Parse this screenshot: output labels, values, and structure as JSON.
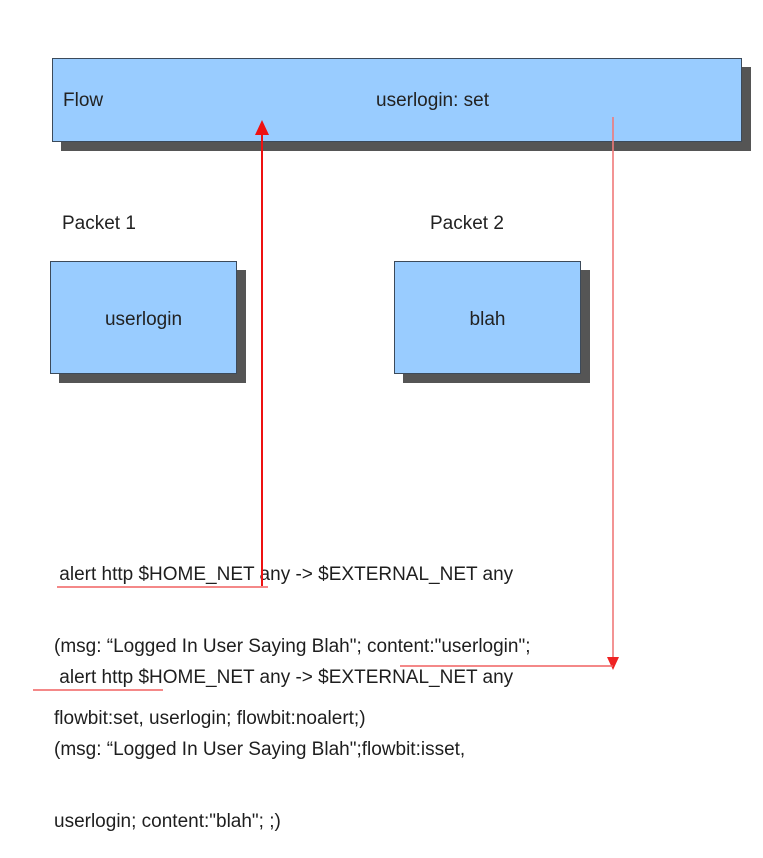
{
  "flow": {
    "label": "Flow",
    "state": "userlogin: set"
  },
  "packets": [
    {
      "title": "Packet 1",
      "content": "userlogin"
    },
    {
      "title": "Packet 2",
      "content": "blah"
    }
  ],
  "rules": [
    {
      "lines": [
        " alert http $HOME_NET any -> $EXTERNAL_NET any",
        "(msg: “Logged In User Saying Blah\"; content:\"userlogin\";",
        "flowbit:set, userlogin; flowbit:noalert;)"
      ]
    },
    {
      "lines": [
        " alert http $HOME_NET any -> $EXTERNAL_NET any",
        "(msg: “Logged In User Saying Blah\";flowbit:isset,",
        "userlogin; content:\"blah\"; ;)"
      ]
    }
  ],
  "colors": {
    "box_fill": "#99ccff",
    "box_shadow": "#555555",
    "arrow_up": "#ee1111",
    "arrow_down": "#f07a7a",
    "underline": "#f06060"
  }
}
